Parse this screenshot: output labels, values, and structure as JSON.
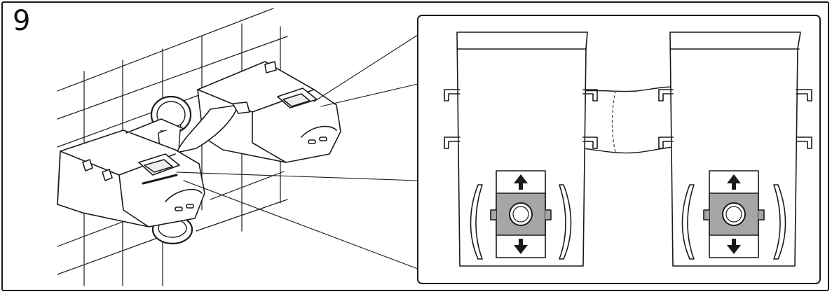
{
  "step": {
    "number": "9"
  },
  "colors": {
    "line": "#1a1a1a",
    "fill": "#ffffff",
    "gray": "#a6a6a6",
    "light_gray": "#d9d9d9"
  },
  "icons": [
    "arrow-up-icon",
    "arrow-down-icon",
    "wall-grid",
    "clip-bracket"
  ]
}
